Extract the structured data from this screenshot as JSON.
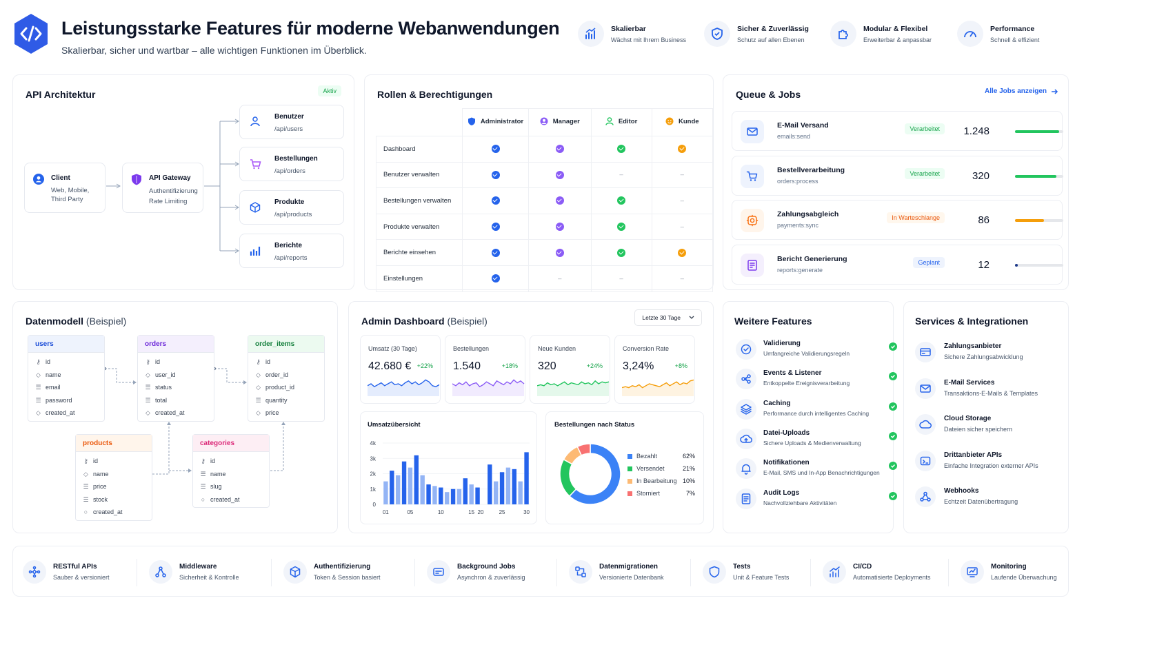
{
  "header": {
    "title": "Leistungsstarke Features für moderne Webanwendungen",
    "subtitle": "Skalierbar, sicher und wartbar – alle wichtigen Funktionen im Überblick.",
    "features": [
      {
        "icon": "chart-growth-icon",
        "title": "Skalierbar",
        "sub": "Wächst mit Ihrem Business"
      },
      {
        "icon": "shield-icon",
        "title": "Sicher & Zuverlässig",
        "sub": "Schutz auf allen Ebenen"
      },
      {
        "icon": "puzzle-icon",
        "title": "Modular & Flexibel",
        "sub": "Erweiterbar & anpassbar"
      },
      {
        "icon": "speedometer-icon",
        "title": "Performance",
        "sub": "Schnell & effizient"
      }
    ]
  },
  "api": {
    "title": "API Architektur",
    "badge": "Aktiv",
    "client": {
      "title": "Client",
      "sub": "Web, Mobile,\nThird Party"
    },
    "gateway": {
      "title": "API Gateway",
      "sub": "Authentifizierung\nRate Limiting"
    },
    "endpoints": [
      {
        "icon": "user-icon",
        "title": "Benutzer",
        "path": "/api/users"
      },
      {
        "icon": "cart-icon",
        "title": "Bestellungen",
        "path": "/api/orders"
      },
      {
        "icon": "cube-icon",
        "title": "Produkte",
        "path": "/api/products"
      },
      {
        "icon": "bar-chart-icon",
        "title": "Berichte",
        "path": "/api/reports"
      }
    ]
  },
  "roles": {
    "title": "Rollen & Berechtigungen",
    "columns": [
      "Administrator",
      "Manager",
      "Editor",
      "Kunde"
    ],
    "column_colors": [
      "#2563eb",
      "#8b5cf6",
      "#22c55e",
      "#f59e0b"
    ],
    "rows": [
      {
        "label": "Dashboard",
        "perms": [
          true,
          true,
          true,
          true
        ]
      },
      {
        "label": "Benutzer verwalten",
        "perms": [
          true,
          true,
          false,
          false
        ]
      },
      {
        "label": "Bestellungen verwalten",
        "perms": [
          true,
          true,
          true,
          false
        ]
      },
      {
        "label": "Produkte verwalten",
        "perms": [
          true,
          true,
          true,
          false
        ]
      },
      {
        "label": "Berichte einsehen",
        "perms": [
          true,
          true,
          true,
          true
        ]
      },
      {
        "label": "Einstellungen",
        "perms": [
          true,
          false,
          false,
          false
        ]
      }
    ],
    "no_perm": "–"
  },
  "queue": {
    "title": "Queue & Jobs",
    "link": "Alle Jobs anzeigen",
    "jobs": [
      {
        "name": "E-Mail Versand",
        "key": "emails:send",
        "status": "Verarbeitet",
        "count": "1.248",
        "progress": 0.92,
        "color": "#22c55e",
        "badge_bg": "#ecfdf3",
        "badge_fg": "#16a34a",
        "icon_bg": "#eef3fd",
        "icon_fg": "#2563eb"
      },
      {
        "name": "Bestellverarbeitung",
        "key": "orders:process",
        "status": "Verarbeitet",
        "count": "320",
        "progress": 0.85,
        "color": "#22c55e",
        "badge_bg": "#ecfdf3",
        "badge_fg": "#16a34a",
        "icon_bg": "#eef3fd",
        "icon_fg": "#2563eb"
      },
      {
        "name": "Zahlungsabgleich",
        "key": "payments:sync",
        "status": "In Warteschlange",
        "count": "86",
        "progress": 0.6,
        "color": "#f59e0b",
        "badge_bg": "#fff7ed",
        "badge_fg": "#ea580c",
        "icon_bg": "#fff5eb",
        "icon_fg": "#f97316"
      },
      {
        "name": "Bericht Generierung",
        "key": "reports:generate",
        "status": "Geplant",
        "count": "12",
        "progress": 0.06,
        "color": "#1e3a8a",
        "badge_bg": "#eef3fd",
        "badge_fg": "#2563eb",
        "icon_bg": "#f4effd",
        "icon_fg": "#7c3aed"
      }
    ]
  },
  "datamodel": {
    "title": "Datenmodell",
    "title_sub": "(Beispiel)",
    "tables": [
      {
        "name": "users",
        "color": "#1d4ed8",
        "head_bg": "#eef3fd",
        "fields": [
          [
            "key",
            "id"
          ],
          [
            "dia",
            "name"
          ],
          [
            "list",
            "email"
          ],
          [
            "list",
            "password"
          ],
          [
            "dia",
            "created_at"
          ]
        ]
      },
      {
        "name": "orders",
        "color": "#6d28d9",
        "head_bg": "#f4effd",
        "fields": [
          [
            "key",
            "id"
          ],
          [
            "dia",
            "user_id"
          ],
          [
            "list",
            "status"
          ],
          [
            "list",
            "total"
          ],
          [
            "dia",
            "created_at"
          ]
        ]
      },
      {
        "name": "order_items",
        "color": "#15803d",
        "head_bg": "#ecfaf0",
        "fields": [
          [
            "key",
            "id"
          ],
          [
            "dia",
            "order_id"
          ],
          [
            "dia",
            "product_id"
          ],
          [
            "list",
            "quantity"
          ],
          [
            "dia",
            "price"
          ]
        ]
      },
      {
        "name": "products",
        "color": "#ea580c",
        "head_bg": "#fff5eb",
        "fields": [
          [
            "key",
            "id"
          ],
          [
            "dia",
            "name"
          ],
          [
            "list",
            "price"
          ],
          [
            "list",
            "stock"
          ],
          [
            "circ",
            "created_at"
          ]
        ]
      },
      {
        "name": "categories",
        "color": "#db2777",
        "head_bg": "#fdeef4",
        "fields": [
          [
            "key",
            "id"
          ],
          [
            "list",
            "name"
          ],
          [
            "list",
            "slug"
          ],
          [
            "circ",
            "created_at"
          ]
        ]
      }
    ]
  },
  "dashboard": {
    "title": "Admin Dashboard",
    "title_sub": "(Beispiel)",
    "range": "Letzte 30 Tage",
    "kpis": [
      {
        "label": "Umsatz (30 Tage)",
        "value": "42.680 €",
        "delta": "+22%",
        "color": "#2563eb"
      },
      {
        "label": "Bestellungen",
        "value": "1.540",
        "delta": "+18%",
        "color": "#8b5cf6"
      },
      {
        "label": "Neue Kunden",
        "value": "320",
        "delta": "+24%",
        "color": "#22c55e"
      },
      {
        "label": "Conversion Rate",
        "value": "3,24%",
        "delta": "+8%",
        "color": "#f59e0b"
      }
    ]
  },
  "chart_data": [
    {
      "type": "bar",
      "title": "Umsatzübersicht",
      "xlabel": "",
      "ylabel": "",
      "ylim": [
        0,
        4000
      ],
      "yticks": [
        "0",
        "1k",
        "2k",
        "3k",
        "4k"
      ],
      "xticks": [
        [
          "01",
          1
        ],
        [
          "05",
          5
        ],
        [
          "10",
          10
        ],
        [
          "15",
          15
        ],
        [
          "20",
          16.5
        ],
        [
          "25",
          20
        ],
        [
          "30",
          24
        ]
      ],
      "x": [
        1,
        2,
        3,
        4,
        5,
        6,
        7,
        8,
        9,
        10,
        11,
        12,
        13,
        14,
        15,
        16,
        17,
        18,
        19,
        20,
        21,
        22,
        23,
        24
      ],
      "series": [
        {
          "name": "",
          "color": "#2563eb",
          "values": [
            0,
            2200,
            0,
            2800,
            0,
            3200,
            0,
            1300,
            0,
            1100,
            0,
            1000,
            0,
            1700,
            0,
            1100,
            0,
            2600,
            0,
            2100,
            0,
            2300,
            0,
            3400
          ]
        },
        {
          "name": "",
          "color": "#93b4f5",
          "values": [
            1500,
            0,
            1900,
            0,
            2400,
            0,
            1900,
            0,
            1200,
            0,
            800,
            0,
            1000,
            0,
            1300,
            0,
            0,
            0,
            1500,
            0,
            2400,
            0,
            1500,
            0
          ]
        }
      ]
    },
    {
      "type": "pie",
      "title": "Bestellungen nach Status",
      "categories": [
        "Bezahlt",
        "Versendet",
        "In Bearbeitung",
        "Storniert"
      ],
      "labels": [
        "62%",
        "21%",
        "10%",
        "7%"
      ],
      "values": [
        62,
        21,
        10,
        7
      ],
      "colors": [
        "#3b82f6",
        "#22c55e",
        "#fdba74",
        "#f87171"
      ]
    }
  ],
  "more": {
    "title": "Weitere Features",
    "items": [
      {
        "icon": "check-circle-icon",
        "title": "Validierung",
        "sub": "Umfangreiche Validierungsregeln"
      },
      {
        "icon": "events-icon",
        "title": "Events & Listener",
        "sub": "Entkoppelte Ereignisverarbeitung"
      },
      {
        "icon": "layers-icon",
        "title": "Caching",
        "sub": "Performance durch intelligentes Caching"
      },
      {
        "icon": "cloud-upload-icon",
        "title": "Datei-Uploads",
        "sub": "Sichere Uploads & Medienverwaltung"
      },
      {
        "icon": "bell-icon",
        "title": "Notifikationen",
        "sub": "E-Mail, SMS und In-App Benachrichtigungen"
      },
      {
        "icon": "document-icon",
        "title": "Audit Logs",
        "sub": "Nachvollziehbare Aktivitäten"
      }
    ]
  },
  "services": {
    "title": "Services & Integrationen",
    "items": [
      {
        "icon": "credit-card-icon",
        "title": "Zahlungsanbieter",
        "sub": "Sichere Zahlungsabwicklung"
      },
      {
        "icon": "mail-icon",
        "title": "E-Mail Services",
        "sub": "Transaktions-E-Mails & Templates"
      },
      {
        "icon": "cloud-icon",
        "title": "Cloud Storage",
        "sub": "Dateien sicher speichern"
      },
      {
        "icon": "api-icon",
        "title": "Drittanbieter APIs",
        "sub": "Einfache Integration externer APIs"
      },
      {
        "icon": "webhook-icon",
        "title": "Webhooks",
        "sub": "Echtzeit Datenübertragung"
      }
    ]
  },
  "footer": [
    {
      "icon": "network-icon",
      "title": "RESTful APIs",
      "sub": "Sauber & versioniert"
    },
    {
      "icon": "middleware-icon",
      "title": "Middleware",
      "sub": "Sicherheit & Kontrolle"
    },
    {
      "icon": "auth-cube-icon",
      "title": "Authentifizierung",
      "sub": "Token & Session basiert"
    },
    {
      "icon": "jobs-icon",
      "title": "Background Jobs",
      "sub": "Asynchron & zuverlässig"
    },
    {
      "icon": "migration-icon",
      "title": "Datenmigrationen",
      "sub": "Versionierte Datenbank"
    },
    {
      "icon": "test-shield-icon",
      "title": "Tests",
      "sub": "Unit & Feature Tests"
    },
    {
      "icon": "cicd-icon",
      "title": "CI/CD",
      "sub": "Automatisierte Deployments"
    },
    {
      "icon": "monitor-icon",
      "title": "Monitoring",
      "sub": "Laufende Überwachung"
    }
  ]
}
